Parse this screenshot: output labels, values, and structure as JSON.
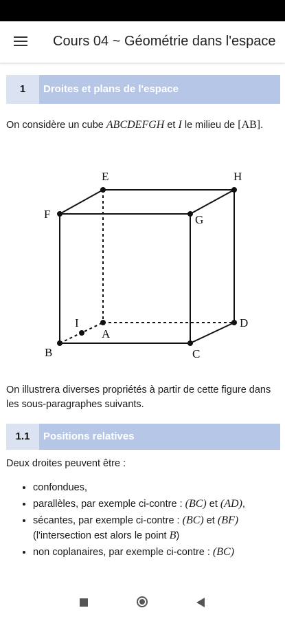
{
  "appbar": {
    "title": "Cours 04 ~ Géométrie dans l'espace",
    "menu_icon": "hamburger-menu-icon"
  },
  "section1": {
    "number": "1",
    "title": "Droites et plans de l'espace"
  },
  "intro": {
    "t1": "On considère un cube ",
    "cube": "ABCDEFGH",
    "t2": " et ",
    "i": "I",
    "t3": " le milieu de ",
    "seg": "[AB]",
    "t4": "."
  },
  "figure": {
    "labels": {
      "E": "E",
      "H": "H",
      "F": "F",
      "G": "G",
      "I": "I",
      "A": "A",
      "D": "D",
      "B": "B",
      "C": "C"
    }
  },
  "after_figure": "On illustrera diverses propriétés à partir de cette figure dans les sous-paragraphes suivants.",
  "section11": {
    "number": "1.1",
    "title": "Positions relatives"
  },
  "lead": "Deux droites peuvent être :",
  "list": {
    "i1": "confondues,",
    "i2_a": "parallèles, par exemple ci-contre : ",
    "i2_m1": "(BC)",
    "i2_b": " et ",
    "i2_m2": "(AD)",
    "i2_c": ",",
    "i3_a": "sécantes, par exemple ci-contre : ",
    "i3_m1": "(BC)",
    "i3_b": " et ",
    "i3_m2": "(BF)",
    "i3_c": " (l'intersection est alors le point ",
    "i3_m3": "B",
    "i3_d": ")",
    "i4_a": "non coplanaires, par exemple ci-contre : ",
    "i4_m1": "(BC)"
  },
  "navbar": {
    "recents": "square-recents-icon",
    "home": "circle-home-icon",
    "back": "triangle-back-icon"
  }
}
